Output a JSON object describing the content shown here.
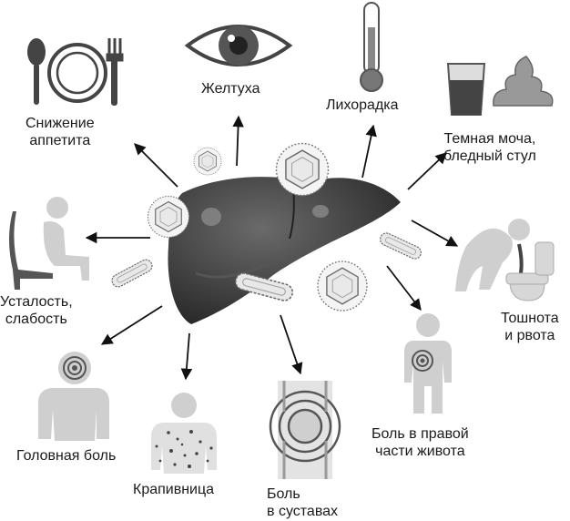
{
  "symptoms": {
    "appetite": [
      "Снижение",
      "аппетита"
    ],
    "jaundice": [
      "Желтуха"
    ],
    "fever": [
      "Лихорадка"
    ],
    "urine": [
      "Темная моча,",
      "бледный стул"
    ],
    "fatigue": [
      "Усталость,",
      "слабость"
    ],
    "nausea": [
      "Тошнота",
      "и рвота"
    ],
    "headache": [
      "Головная боль"
    ],
    "abdominal": [
      "Боль в правой",
      "части живота"
    ],
    "hives": [
      "Крапивница"
    ],
    "joints": [
      "Боль",
      "в суставах"
    ]
  },
  "colors": {
    "liver": "#3a3a3a",
    "icon_gray": "#cfcfcf",
    "arrow": "#111111"
  },
  "icons": [
    "plate-fork-spoon-icon",
    "eye-icon",
    "thermometer-icon",
    "urine-glass-icon",
    "stool-icon",
    "person-sitting-icon",
    "person-vomiting-icon",
    "person-headache-icon",
    "person-abdominal-pain-icon",
    "person-rash-icon",
    "knee-joint-icon",
    "liver-icon",
    "virus-icon"
  ]
}
